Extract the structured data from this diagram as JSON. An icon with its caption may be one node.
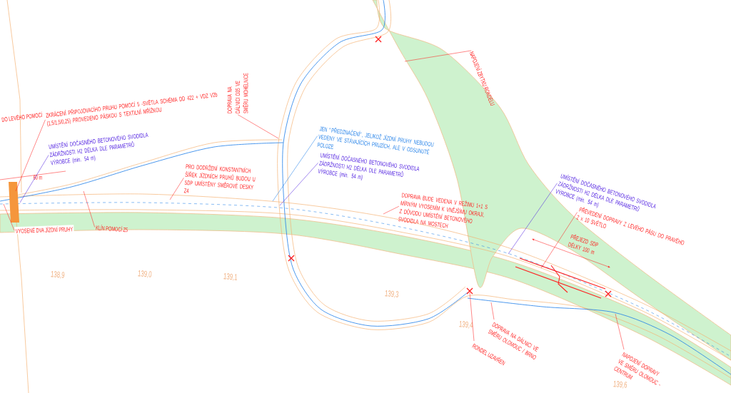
{
  "diagram": {
    "nodes": [
      {
        "text": [
          "ZKRÁCENÍ PŘIPOJOVACÍHO PRUHU POMOCÍ 5 -SVĚTLA SCHÉMA DD 422 + VDZ V2b (1,5/1,5/0,25) PROVEDENO PÁSKOU S TEXTILNÍ MŘÍŽKOU"
        ]
      },
      {
        "text": [
          "UMÍSTĚNÍ DOČASNÉHO BETONOVÉHO SVODIDLA ZÁDRŽNOSTI H2 DÉLKA DLE PARAMETRŮ VÝROBCE (min. 54 m)"
        ]
      },
      {
        "text": [
          "PRO DODRŽENÍ KONSTANTNÍCH ŠÍŘEK JÍZDNÍCH PRUHŮ BUDOU U SDP UMÍSTĚNY SMĚROVÉ DESKY Z4"
        ]
      },
      {
        "text": [
          "DOPRAVA NA DÁLNICI D35 VE SMĚRU MOHELNICE"
        ]
      },
      {
        "text": [
          "JEN \"PŘEDZNAČENÍ\", JELIKOŽ JÍZDNÍ PRUHY NEBUDOU VEDENY VE STÁVAJÍCÍCH PRUZÍCH, ALE V ODSUNUTÉ POLOZE"
        ]
      },
      {
        "text": [
          "UMÍSTĚNÍ DOČASNÉHO BETONOVÉHO SVODIDLA ZÁDRŽNOSTI H2 DÉLKA DLE PARAMETRŮ VÝROBCE (min. 54 m)"
        ]
      },
      {
        "text": [
          "DOPRAVA BUDE VEDENA V REŽIMU 1+1 S MÍRNÝM VYOSENÍM K VNĚJŠÍMU OKRAJI, Z DŮVODU UMÍSTĚNÍ BETONOVÉHO SVODIDLA NA MOSTECH"
        ]
      },
      {
        "text": [
          "UMÍSTĚNÍ DOČASNÉHO BETONOVÉHO SVODIDLA ZÁDRŽNOSTI H2 DÉLKA DLE PARAMETRŮ VÝROBCE (min. 54 m)"
        ]
      },
      {
        "text": [
          "PŘEVEDENÍ DOPRAVY Z LEVÉHO PÁSU DO PRAVÉHO 2 x 10 SVĚTLO"
        ]
      },
      {
        "text": [
          "NAPOJENÍ ZBYTKU RONDELU"
        ]
      },
      {
        "text": [
          "KLÍN POMOCÍ Z5"
        ]
      },
      {
        "text": [
          "VYOSENÉ DVA JÍZDNÍ PRUHY"
        ]
      },
      {
        "text": [
          "RONDEL UZAVŘEN"
        ]
      },
      {
        "text": [
          "DOPRAVA NA DÁLNICI VE SMĚRU OLOMOUC / BRNO"
        ]
      },
      {
        "text": [
          "NAPOJENÍ DOPRAVY VE SMĚRU OLOMOUC - CENTRUM"
        ]
      }
    ],
    "edges": [
      {
        "from": 0,
        "to": null,
        "arrow": "none"
      },
      {
        "from": 1,
        "to": null,
        "arrow": "none",
        "color": "#5020e0"
      },
      {
        "from": 2,
        "to": null,
        "arrow": "none"
      },
      {
        "from": 3,
        "to": null,
        "arrow": "none"
      },
      {
        "from": 4,
        "to": null,
        "arrow": "none",
        "color": "#1e7ee8"
      },
      {
        "from": 5,
        "to": null,
        "arrow": "none",
        "color": "#5020e0"
      },
      {
        "from": 6,
        "to": null,
        "arrow": "none"
      },
      {
        "from": 7,
        "to": null,
        "arrow": "none",
        "color": "#5020e0"
      },
      {
        "from": 8,
        "to": null,
        "arrow": "none"
      },
      {
        "from": 9,
        "to": null,
        "arrow": "none"
      },
      {
        "from": 10,
        "to": null,
        "arrow": "none"
      },
      {
        "from": 11,
        "to": null,
        "arrow": "none"
      },
      {
        "from": 12,
        "to": null,
        "arrow": "none"
      },
      {
        "from": 13,
        "to": null,
        "arrow": "none"
      },
      {
        "from": 14,
        "to": null,
        "arrow": "none"
      }
    ],
    "labels": [
      "DO LEVÉHO POMOCÍ",
      "60 m",
      "PŘEJEZD SDP DÉLKY 100 m",
      "138,9",
      "139,0",
      "139,1",
      "139,3",
      "139,4",
      "139,6"
    ]
  }
}
